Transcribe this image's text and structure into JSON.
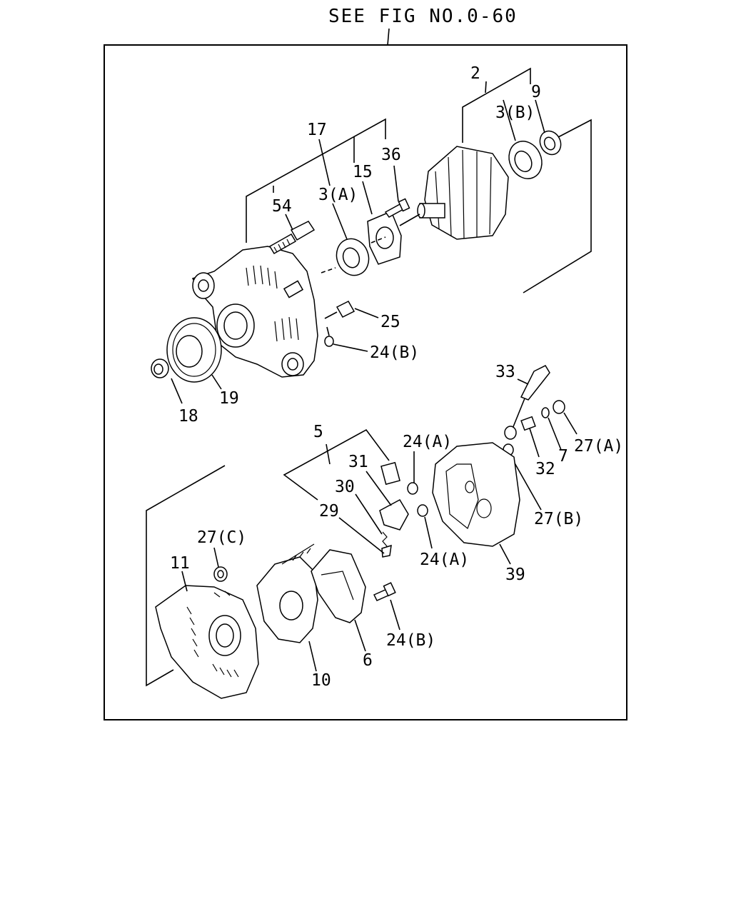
{
  "header": {
    "reference_text": "SEE FIG NO.0-60"
  },
  "callouts": {
    "c2": "2",
    "c9": "9",
    "c3b": "3(B)",
    "c17": "17",
    "c36": "36",
    "c15": "15",
    "c3a": "3(A)",
    "c54": "54",
    "c25": "25",
    "c24b_top": "24(B)",
    "c33": "33",
    "c18": "18",
    "c19": "19",
    "c5": "5",
    "c31": "31",
    "c24a_1": "24(A)",
    "c30": "30",
    "c29": "29",
    "c27a": "27(A)",
    "c32": "32",
    "c7": "7",
    "c27b": "27(B)",
    "c24a_2": "24(A)",
    "c39": "39",
    "c27c": "27(C)",
    "c11": "11",
    "c24b_bottom": "24(B)",
    "c6": "6",
    "c10": "10"
  }
}
